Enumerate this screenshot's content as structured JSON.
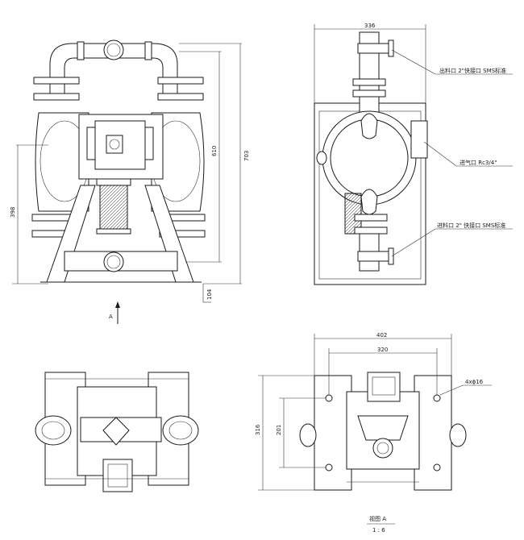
{
  "front_view": {
    "dim_height_total": "703",
    "dim_height_ports": "610",
    "dim_height_inlet": "398",
    "dim_bottom": "104",
    "view_arrow_label": "A"
  },
  "side_view": {
    "dim_width": "336",
    "outlet_note": "出料口 2\"快接口 SMS标准",
    "air_note": "进气口 Rc3/4\"",
    "inlet_note": "进料口 2\" 快接口 SMS标准"
  },
  "plan_view": {
    "dim_width_outer": "402",
    "dim_width_holes": "320",
    "dim_depth_outer": "316",
    "dim_depth_holes": "201",
    "hole_note": "4xϕ16"
  },
  "view_title": {
    "name": "视图 A",
    "scale": "1 : 6"
  }
}
